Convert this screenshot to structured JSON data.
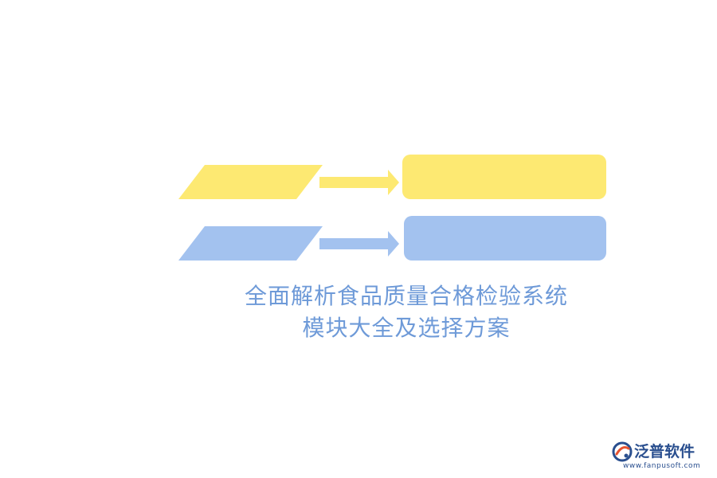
{
  "title": {
    "line1": "全面解析食品质量合格检验系统",
    "line2": "模块大全及选择方案"
  },
  "colors": {
    "yellow": "#fde972",
    "blue": "#a3c2ef",
    "title_text": "#6e9ad8",
    "logo": "#2a4f8f",
    "logo_accent": "#e8532f"
  },
  "logo": {
    "icon": "fanpu-logo-icon",
    "name": "泛普软件",
    "url": "www.fanpusoft.com"
  }
}
